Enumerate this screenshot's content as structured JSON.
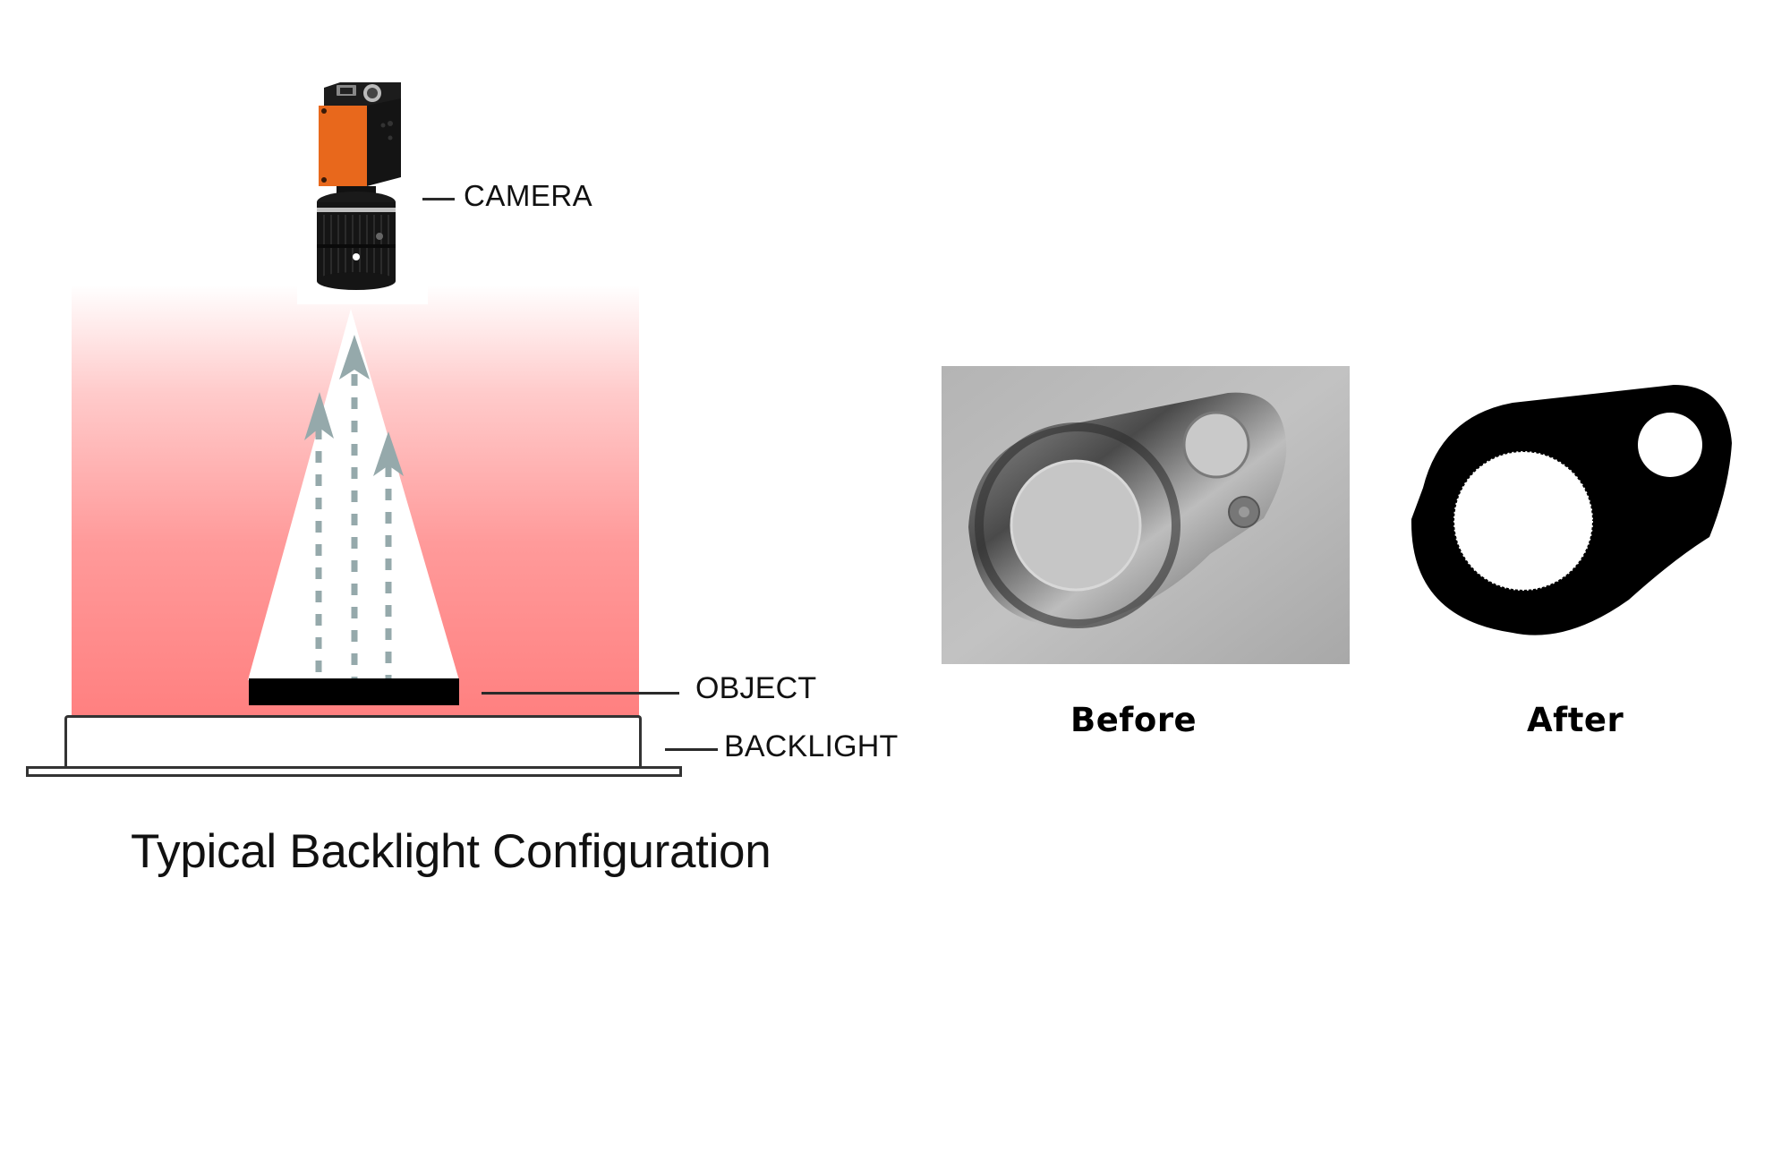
{
  "diagram": {
    "title": "Typical Backlight Configuration",
    "labels": {
      "camera": "CAMERA",
      "object": "OBJECT",
      "backlight": "BACKLIGHT"
    },
    "colors": {
      "backlight_glow": "#ff8080",
      "light_arrows": "#95a9ab",
      "camera_body": "#e8681c",
      "object": "#000000"
    },
    "light_rays": 3
  },
  "comparison": {
    "before_label": "Before",
    "after_label": "After",
    "before_image": "metal-washer-photo-grayscale",
    "after_image": "metal-washer-binary-silhouette"
  }
}
